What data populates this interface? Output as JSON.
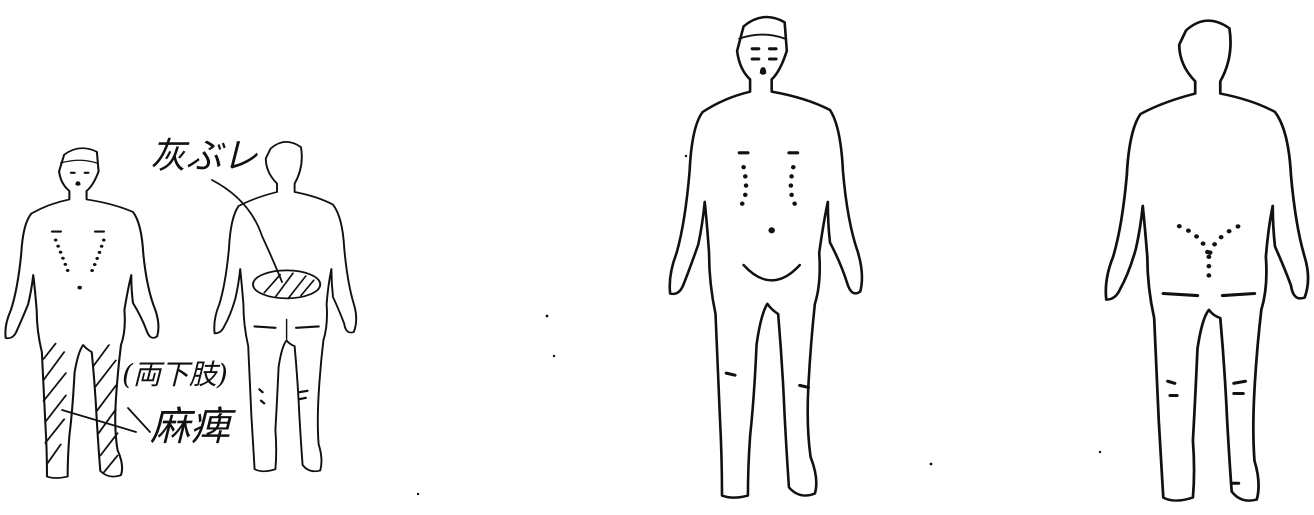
{
  "annotations": {
    "numb_label": "麻痺",
    "legs_label": "(両下肢)",
    "scribble_label": "灰ぶレ"
  },
  "colors": {
    "ink": "#111111",
    "paper": "#ffffff"
  }
}
